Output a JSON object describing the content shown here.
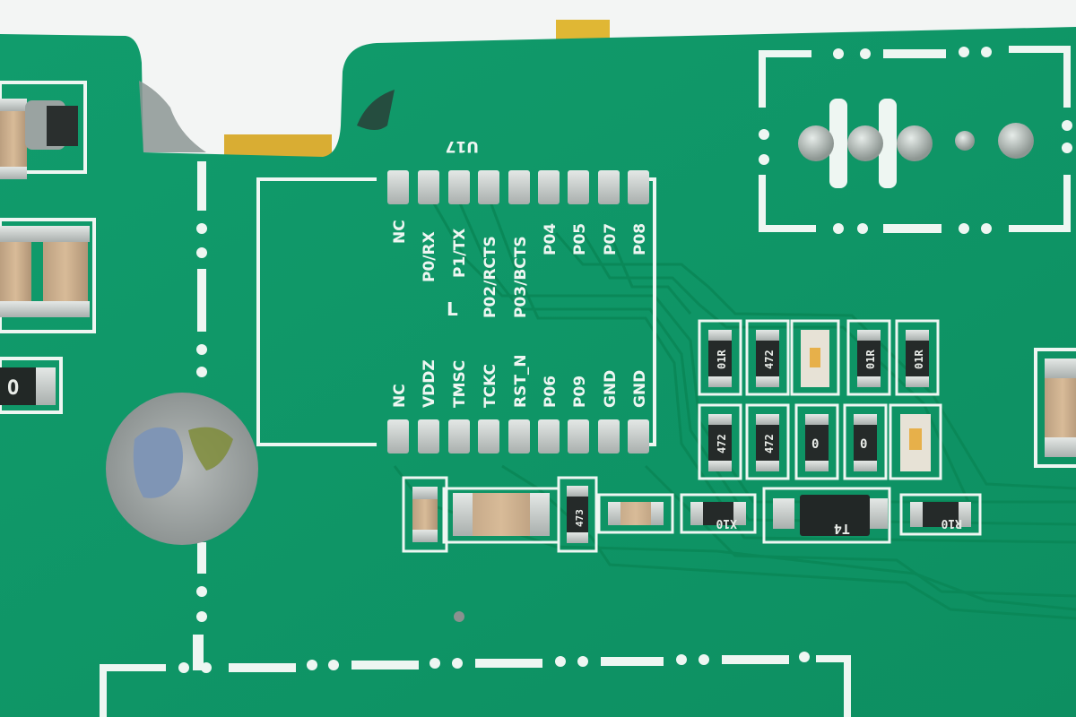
{
  "photo": {
    "subject": "green PCB close-up around U17 module footprint",
    "board_color": "#0f9a6a",
    "silkscreen_color": "#eef6f2"
  },
  "u17": {
    "designator": "U17",
    "top_pins": [
      "NC",
      "P0/RX",
      "P1/TX",
      "P02/RCTS",
      "P03/BCTS",
      "P04",
      "P05",
      "P07",
      "P08"
    ],
    "bottom_pins": [
      "NC",
      "VDDZ",
      "TMSC",
      "TCKC",
      "RST_N",
      "P06",
      "P09",
      "GND",
      "GND"
    ],
    "pin1_mark": "L"
  },
  "components": {
    "row1": [
      "01R",
      "472",
      "",
      "01R",
      "01R"
    ],
    "row2": [
      "472",
      "472",
      "0",
      "0",
      ""
    ],
    "row3": [
      "473",
      "X10",
      "T4",
      "R10"
    ],
    "left_res": "O"
  }
}
